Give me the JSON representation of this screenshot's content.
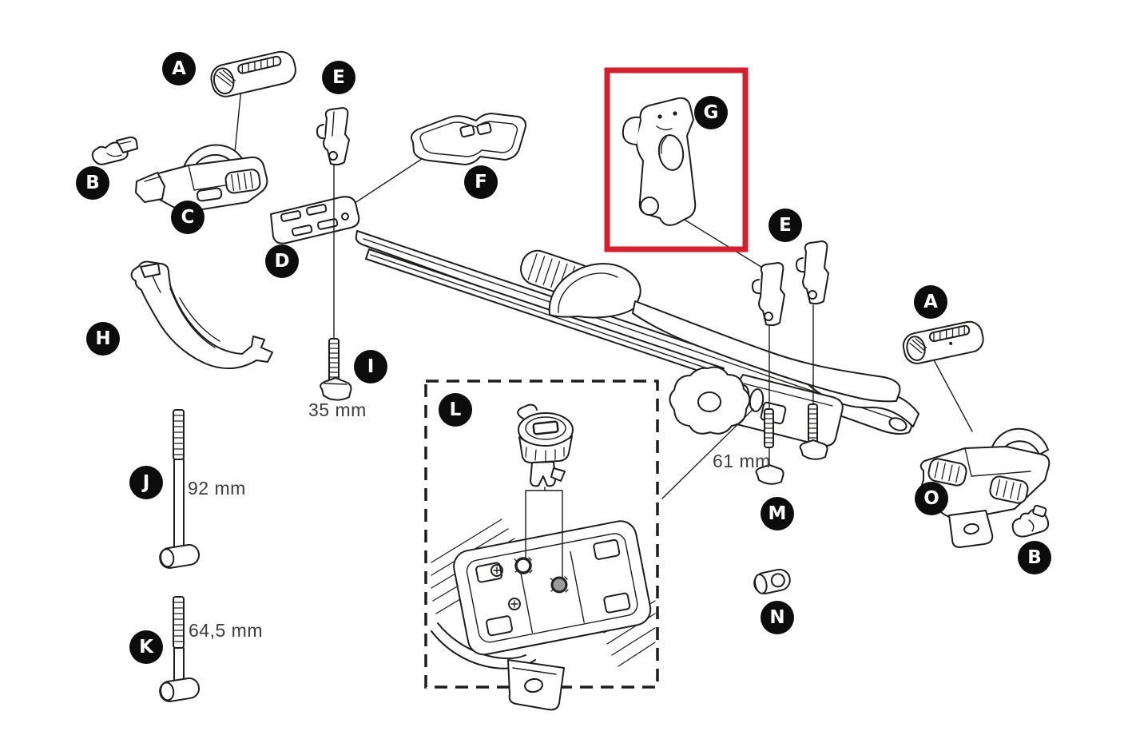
{
  "diagram": {
    "kind": "exploded-parts-diagram",
    "subject": "roof bike carrier spare parts",
    "background": "#ffffff"
  },
  "colors": {
    "line": "#1d1d1b",
    "badge_fill": "#0c0c0c",
    "badge_text": "#ffffff",
    "highlight_red": "#d51f2d",
    "measurement_text": "#3c3c3c",
    "washer_gray": "#9b9b9b"
  },
  "badges": [
    {
      "letter": "A",
      "position": "top-left"
    },
    {
      "letter": "B",
      "position": "left"
    },
    {
      "letter": "C",
      "position": "upper-left"
    },
    {
      "letter": "D",
      "position": "left-center"
    },
    {
      "letter": "E",
      "position": "top-center"
    },
    {
      "letter": "F",
      "position": "center-top"
    },
    {
      "letter": "G",
      "position": "inside-red-highlight"
    },
    {
      "letter": "E",
      "position": "center-right"
    },
    {
      "letter": "H",
      "position": "mid-left"
    },
    {
      "letter": "I",
      "position": "center-left"
    },
    {
      "letter": "J",
      "position": "bottom-left"
    },
    {
      "letter": "K",
      "position": "bottom-left-lower"
    },
    {
      "letter": "L",
      "position": "inside-dashed-inset"
    },
    {
      "letter": "M",
      "position": "center-bottom"
    },
    {
      "letter": "N",
      "position": "center-bottom-lower"
    },
    {
      "letter": "O",
      "position": "right"
    },
    {
      "letter": "A",
      "position": "right-upper"
    },
    {
      "letter": "B",
      "position": "right-lower"
    }
  ],
  "measurements": [
    {
      "label": "35 mm",
      "applies_to": "bolt-I"
    },
    {
      "label": "92 mm",
      "applies_to": "bolt-J"
    },
    {
      "label": "64,5 mm",
      "applies_to": "bolt-K"
    },
    {
      "label": "61 mm",
      "applies_to": "bolt-M"
    }
  ],
  "highlight": {
    "highlighted_part": "G",
    "shape": "red-rectangle"
  },
  "inset": {
    "part": "L",
    "border": "dashed-rectangle",
    "content": "lock cylinder and mounting plate detail"
  }
}
